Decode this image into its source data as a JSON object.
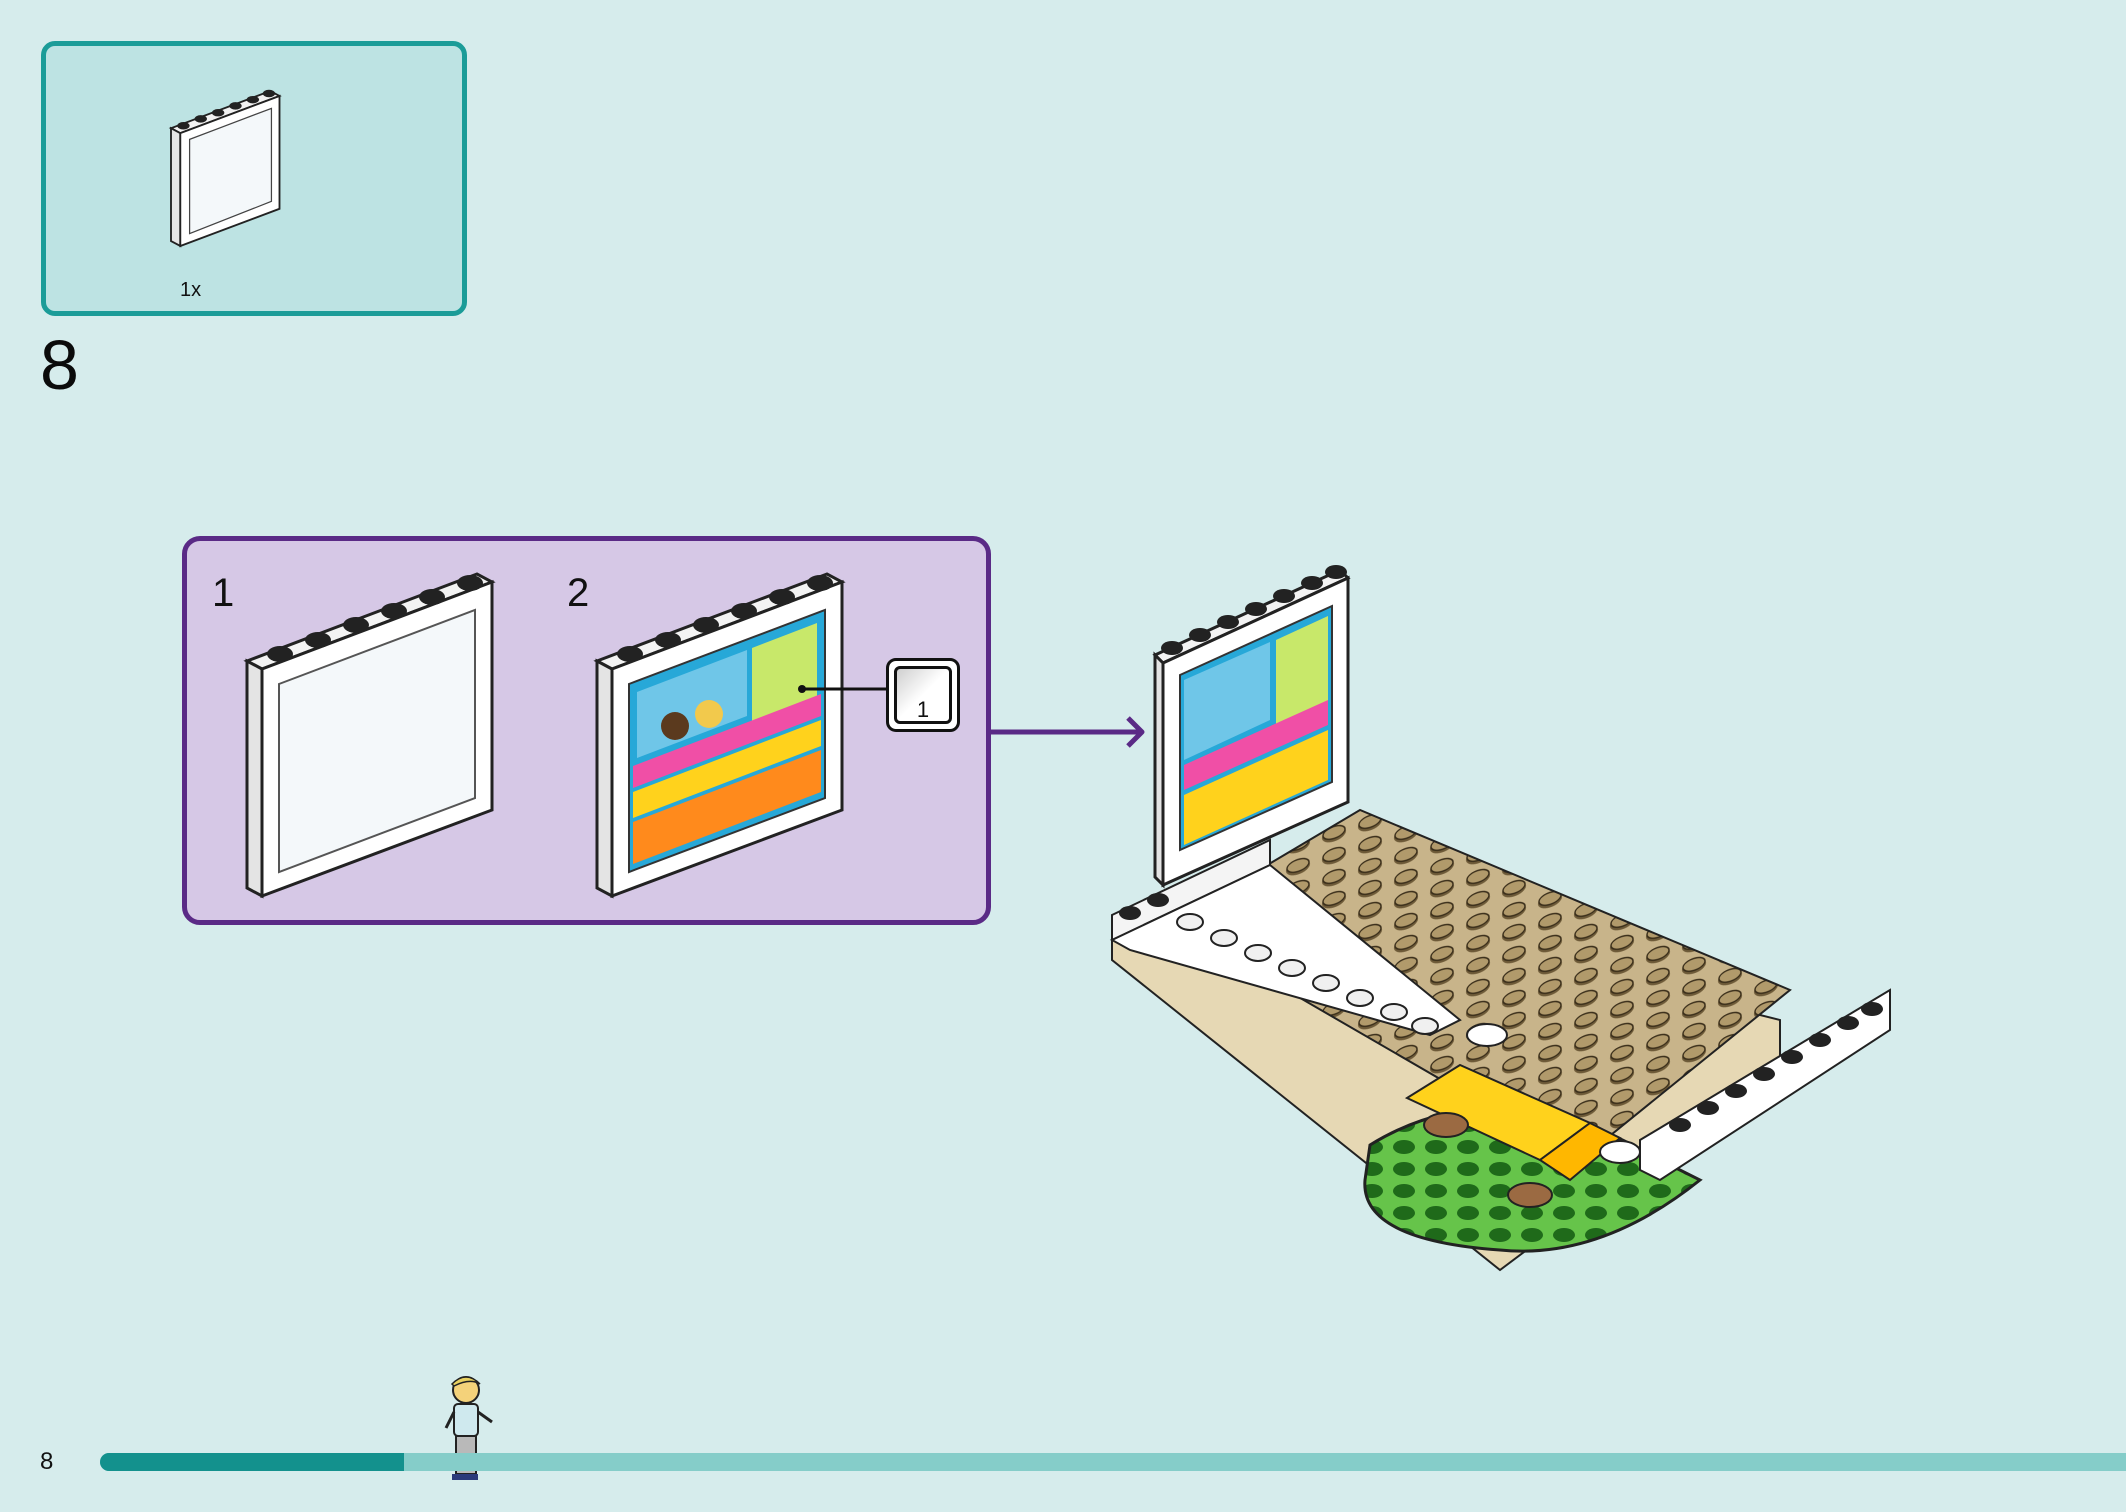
{
  "parts_list": {
    "quantity": "1x",
    "part_icon": "white-frame-1x6x5-icon"
  },
  "step": {
    "number": "8"
  },
  "substeps": [
    {
      "label": "1"
    },
    {
      "label": "2"
    }
  ],
  "sticker": {
    "label": "1",
    "icon": "sticker-sheet-icon"
  },
  "footer": {
    "page_number": "8",
    "progress_fraction": 0.15
  },
  "colors": {
    "background": "#d6ecec",
    "parts_box": "#bde3e3",
    "parts_border": "#1b9c98",
    "substep_box": "#d6c8e6",
    "substep_border": "#5a2a86",
    "progress_fill": "#13918d",
    "progress_track": "#85cdc9"
  }
}
